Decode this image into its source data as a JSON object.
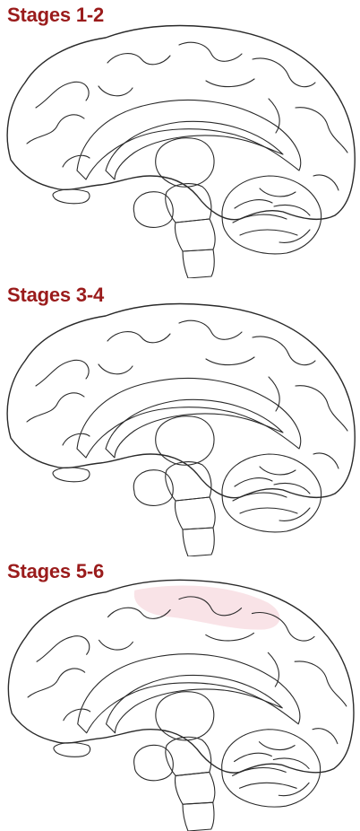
{
  "stages": [
    {
      "title": "Stages 1-2",
      "regions": {
        "cortex": "#ffffff",
        "limbic_cortex": "#ffffff",
        "amygdala": "#ffffff",
        "midbrain": "#ffffff",
        "pons": "#f2c7d1",
        "medulla": "#dd8fa3",
        "olfactory_bulb": "#e0718f"
      }
    },
    {
      "title": "Stages 3-4",
      "regions": {
        "cortex": "#ffffff",
        "limbic_cortex": "#ffffff",
        "thalamus": "#f7dbe1",
        "amygdala": "#f7dbe1",
        "midbrain": "#d86f8a",
        "pons": "#e25a7e",
        "medulla": "#d6207b",
        "olfactory_bulb": "#c81873"
      }
    },
    {
      "title": "Stages 5-6",
      "regions": {
        "cortex": "#f2c5cd",
        "cortex_light": "#f9e3e7",
        "limbic_cortex": "#e8a2b0",
        "thalamus": "#d84f6e",
        "amygdala": "#de6a84",
        "midbrain": "#c9157a",
        "pons": "#a00e57",
        "medulla": "#5a0a2c",
        "olfactory_bulb": "#4d0a26"
      }
    }
  ],
  "colors": {
    "title": "#9a1b1b",
    "outline": "#2a2a2a"
  }
}
